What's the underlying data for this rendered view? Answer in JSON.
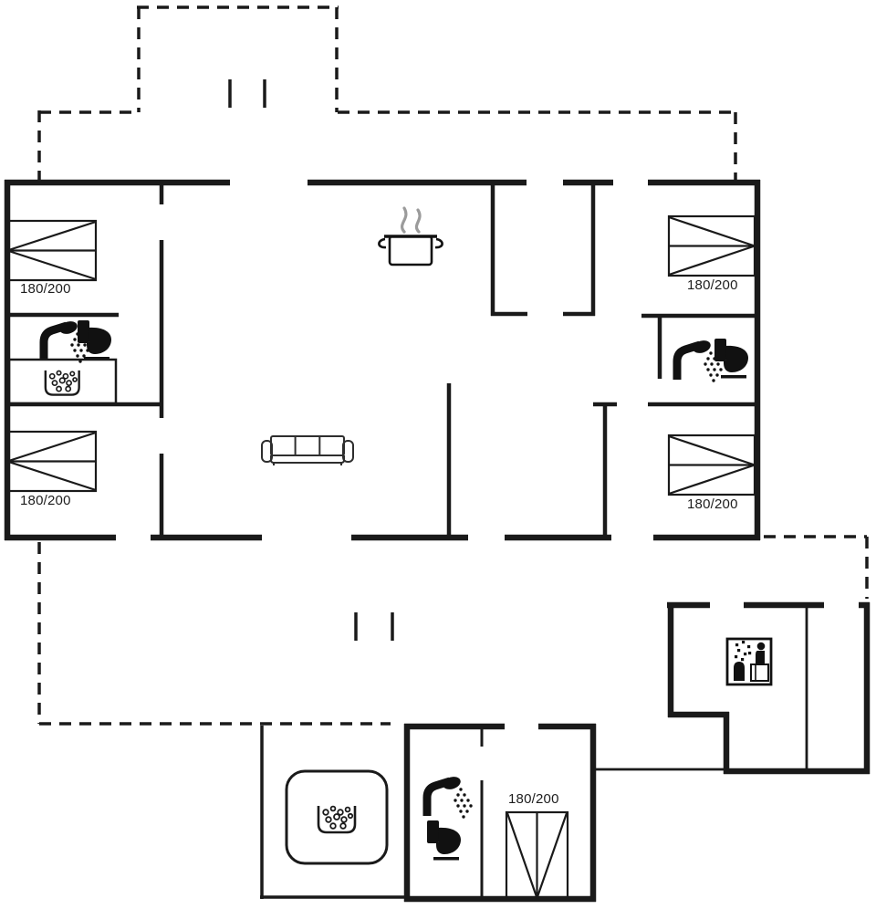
{
  "palette": {
    "background": "#ffffff",
    "line": "#1a1a1a",
    "steam": "#9b9b9b",
    "sofa_line": "#2e2e2e"
  },
  "beds": [
    {
      "id": "bedroom-top-left",
      "label": "180/200"
    },
    {
      "id": "bedroom-top-right",
      "label": "180/200"
    },
    {
      "id": "bedroom-bottom-left",
      "label": "180/200"
    },
    {
      "id": "bedroom-bottom-right",
      "label": "180/200"
    },
    {
      "id": "annex-bedroom",
      "label": "180/200"
    }
  ],
  "icons": [
    "double-bed-icon",
    "shower-icon",
    "toilet-icon",
    "whirlpool-tub-icon",
    "hot-tub-icon",
    "cooking-pot-icon",
    "sofa-icon",
    "sauna-icon"
  ]
}
